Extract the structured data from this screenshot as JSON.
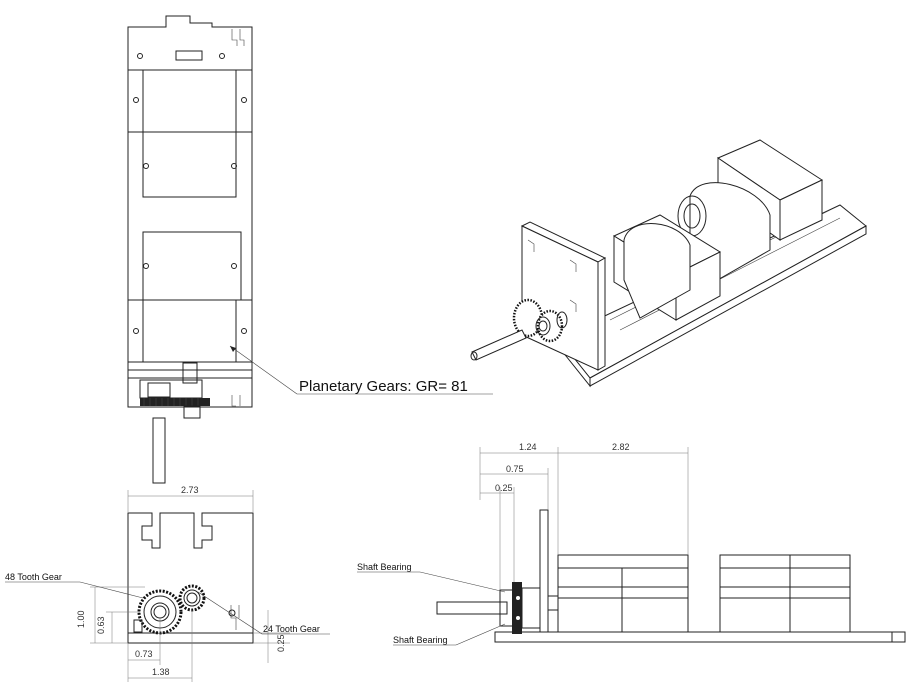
{
  "callouts": {
    "planetary": "Planetary Gears: GR= 81",
    "gear48": "48 Tooth Gear",
    "gear24": "24 Tooth Gear",
    "bearing_top": "Shaft Bearing",
    "bearing_bottom": "Shaft Bearing"
  },
  "dimensions": {
    "width_273": "2.73",
    "h_100": "1.00",
    "h_063": "0.63",
    "h_025": "0.25",
    "w_073": "0.73",
    "w_138": "1.38",
    "w_124": "1.24",
    "w_282": "2.82",
    "w_075": "0.75",
    "w_025": "0.25"
  }
}
